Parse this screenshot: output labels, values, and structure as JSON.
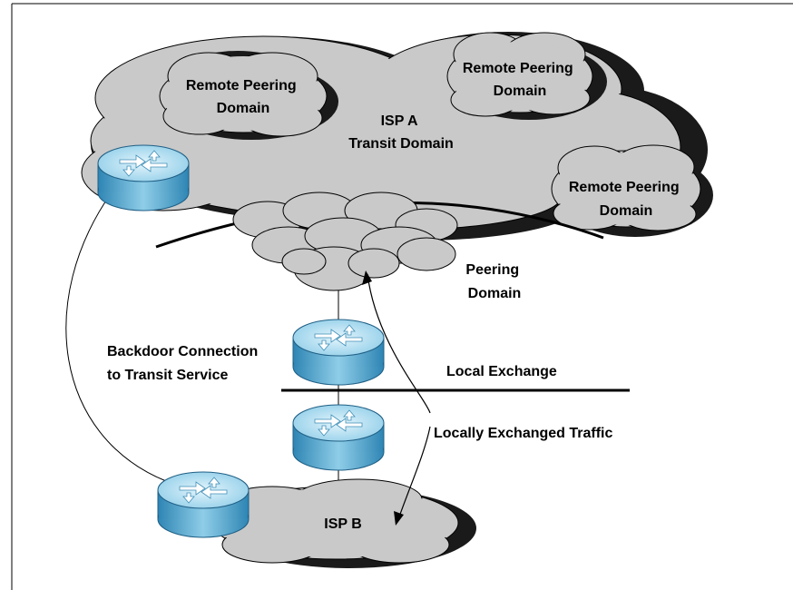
{
  "labels": {
    "remote_peering_1": [
      "Remote Peering",
      "Domain"
    ],
    "remote_peering_2": [
      "Remote Peering",
      "Domain"
    ],
    "remote_peering_3": [
      "Remote Peering",
      "Domain"
    ],
    "isp_a": [
      "ISP A",
      "Transit Domain"
    ],
    "peering_domain": [
      "Peering",
      "Domain"
    ],
    "backdoor": [
      "Backdoor Connection",
      "to Transit Service"
    ],
    "local_exchange": "Local Exchange",
    "locally_exchanged_traffic": "Locally Exchanged Traffic",
    "isp_b": "ISP B"
  },
  "colors": {
    "cloud_fill": "#c9c9c9",
    "cloud_shadow": "#1a1a1a",
    "router_top": "#b9e2f3",
    "router_side": "#4aa6cf",
    "line": "#000000"
  },
  "icons": [
    "router-icon",
    "cloud-icon"
  ]
}
